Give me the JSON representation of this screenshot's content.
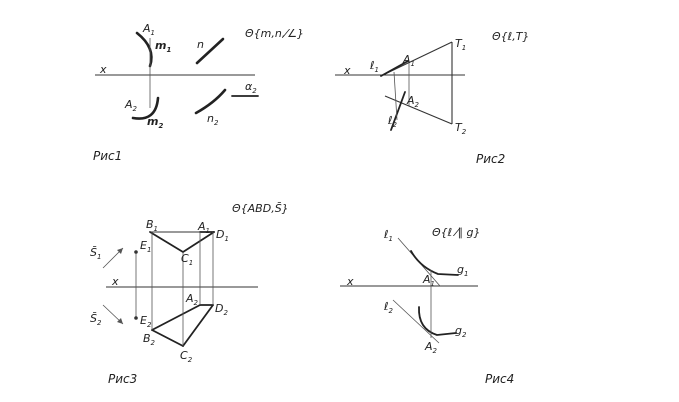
{
  "figures": [
    {
      "caption": "Рис1",
      "title": "Θ{m,n,⁄∠}",
      "labels": {
        "axis": "x",
        "A1": "A",
        "A1_sub": "1",
        "m1": "m",
        "m1_sub": "1",
        "n1": "n",
        "A2": "A",
        "A2_sub": "2",
        "m2": "m",
        "m2_sub": "2",
        "n2": "n",
        "n2_sub": "2",
        "alpha": "α",
        "alpha_sub": "2"
      }
    },
    {
      "caption": "Рис2",
      "title": "Θ{ℓ,T}",
      "labels": {
        "axis": "x",
        "l1": "ℓ",
        "l1_sub": "1",
        "A1": "A",
        "A1_sub": "1",
        "T1": "T",
        "T1_sub": "1",
        "A2": "A",
        "A2_sub": "2",
        "l2": "ℓ",
        "l2_sub": "2",
        "T2": "T",
        "T2_sub": "2"
      }
    },
    {
      "caption": "Рис3",
      "title": "Θ{ABD,S̄}",
      "labels": {
        "axis": "x",
        "S1": "S̄",
        "S1_sub": "1",
        "S2": "S̄",
        "S2_sub": "2",
        "E1": "E",
        "E1_sub": "1",
        "E2": "E",
        "E2_sub": "2",
        "B1": "B",
        "B1_sub": "1",
        "A1": "A",
        "A1_sub": "1",
        "D1": "D",
        "D1_sub": "1",
        "C1": "C",
        "C1_sub": "1",
        "A2": "A",
        "A2_sub": "2",
        "D2": "D",
        "D2_sub": "2",
        "B2": "B",
        "B2_sub": "2",
        "C2": "C",
        "C2_sub": "2"
      }
    },
    {
      "caption": "Рис4",
      "title": "Θ{ℓ ⁄∥ g}",
      "labels": {
        "axis": "x",
        "l1": "ℓ",
        "l1_sub": "1",
        "g1": "g",
        "g1_sub": "1",
        "A1": "A",
        "A1_sub": "1",
        "l2": "ℓ",
        "l2_sub": "2",
        "g2": "g",
        "g2_sub": "2",
        "A2": "A",
        "A2_sub": "2"
      }
    }
  ]
}
